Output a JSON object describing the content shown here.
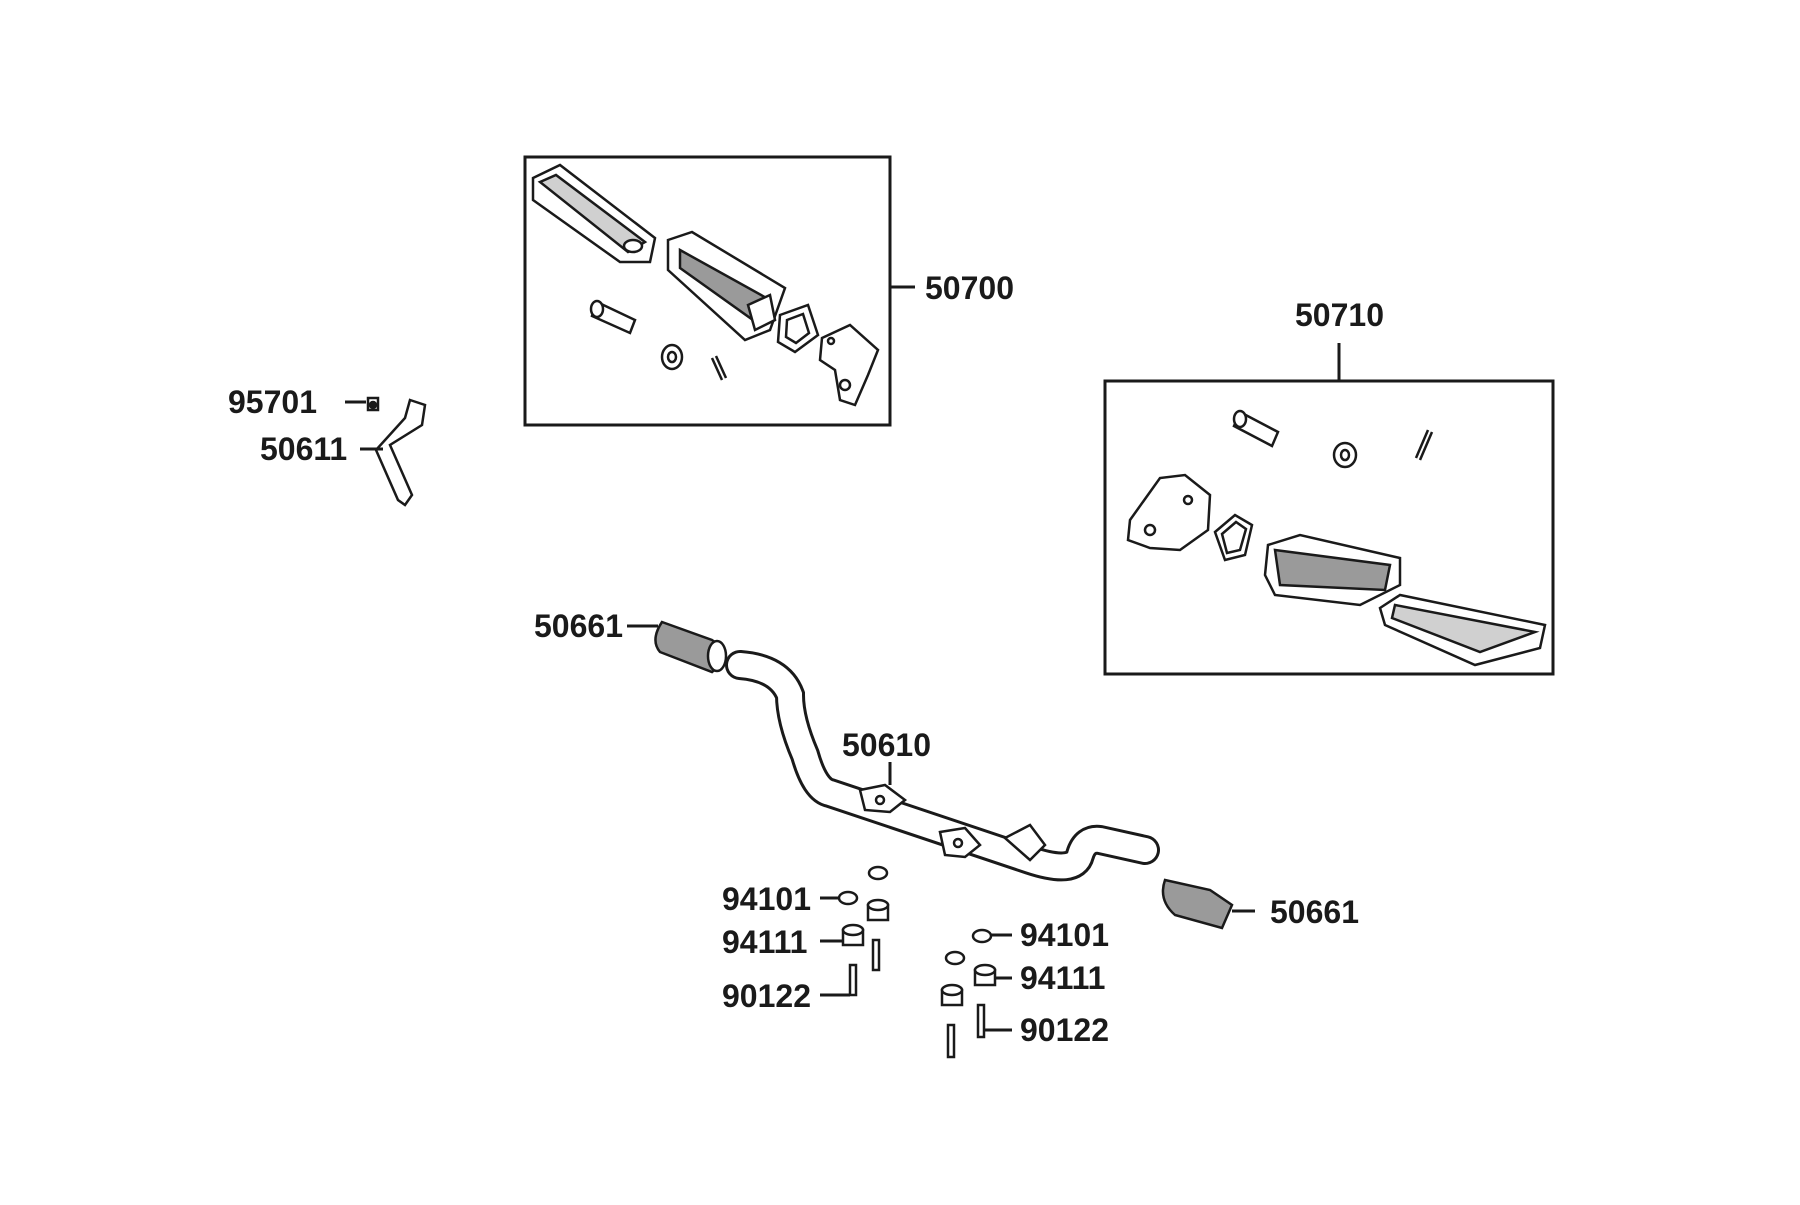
{
  "diagram": {
    "labels": {
      "p50700": "50700",
      "p50710": "50710",
      "p95701": "95701",
      "p50611": "50611",
      "p50661_left": "50661",
      "p50661_right": "50661",
      "p50610": "50610",
      "p94101_left": "94101",
      "p94111_left": "94111",
      "p90122_left": "90122",
      "p94101_right": "94101",
      "p94111_right": "94111",
      "p90122_right": "90122"
    },
    "colors": {
      "line": "#1a1a1a",
      "background": "#ffffff",
      "part_fill": "#ffffff",
      "part_shade": "#d0d0d0"
    }
  }
}
